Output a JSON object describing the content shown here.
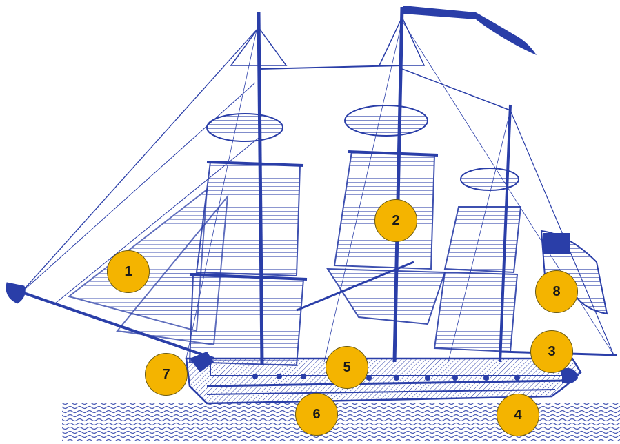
{
  "colors": {
    "ink": "#2a3ea8",
    "label_fill": "#f4b400",
    "label_text": "#1a1a1a"
  },
  "labels": [
    {
      "id": "1",
      "text": "1"
    },
    {
      "id": "2",
      "text": "2"
    },
    {
      "id": "3",
      "text": "3"
    },
    {
      "id": "4",
      "text": "4"
    },
    {
      "id": "5",
      "text": "5"
    },
    {
      "id": "6",
      "text": "6"
    },
    {
      "id": "7",
      "text": "7"
    },
    {
      "id": "8",
      "text": "8"
    }
  ]
}
